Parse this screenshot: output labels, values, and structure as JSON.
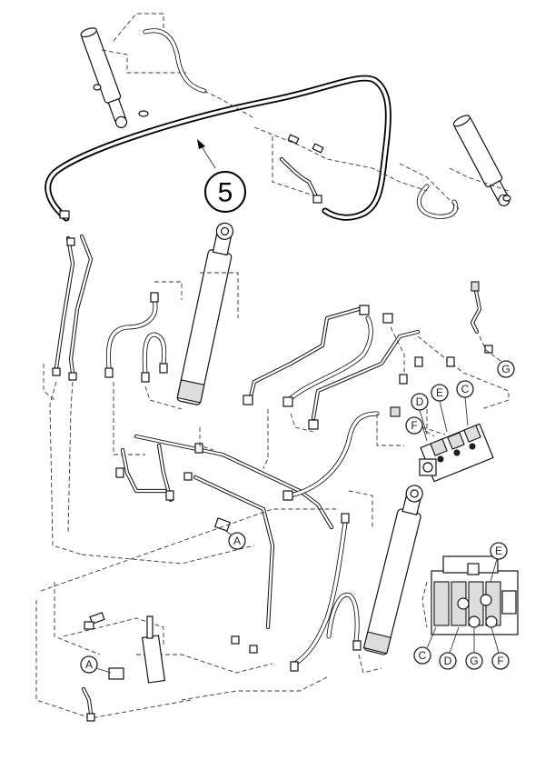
{
  "diagram": {
    "main_callout": "5",
    "callouts_valve": [
      "D",
      "E",
      "C",
      "G",
      "F"
    ],
    "callouts_valve_detail": [
      "E",
      "C",
      "D",
      "G",
      "F"
    ],
    "callouts_fitting": [
      "A",
      "A"
    ]
  }
}
